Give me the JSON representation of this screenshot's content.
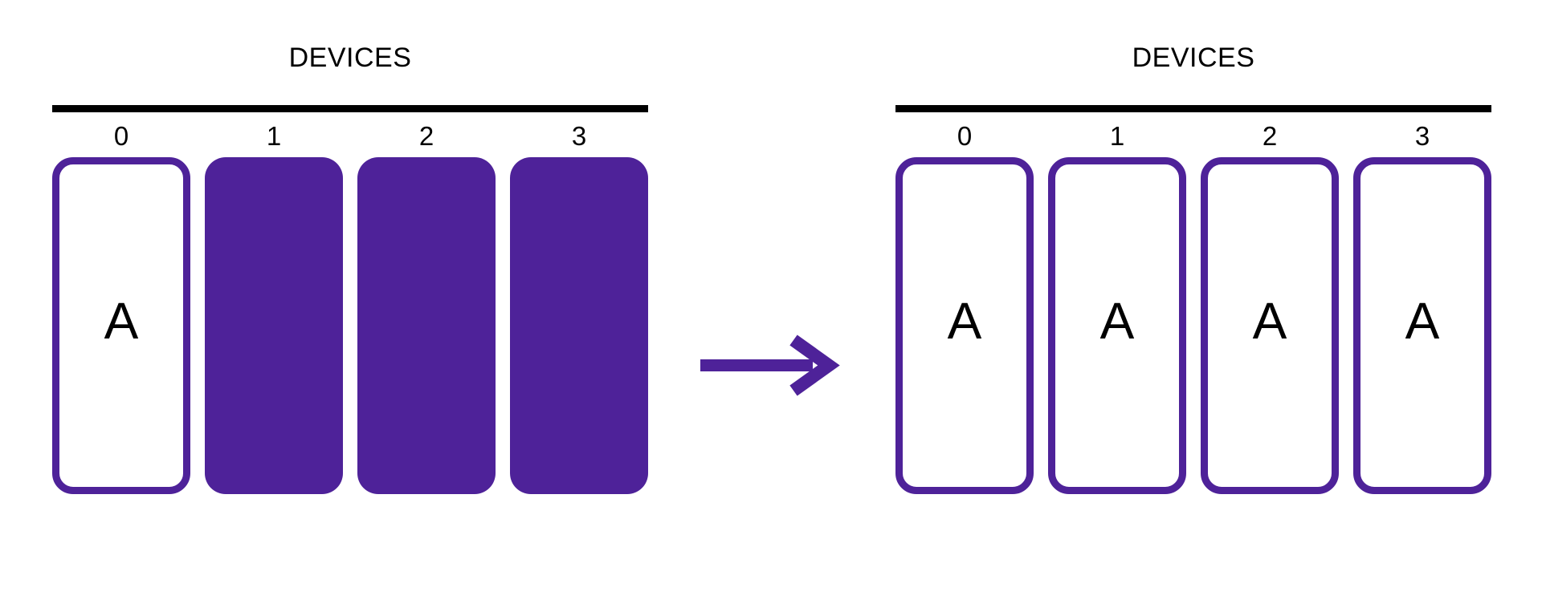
{
  "diagram": {
    "title_text": "DEVICES",
    "accent_color": "#4E2299",
    "rule_color": "#000000",
    "background_color": "#FFFFFF",
    "arrow": {
      "icon": "right-arrow-icon",
      "direction": "right",
      "color": "#4E2299"
    },
    "panels": [
      {
        "id": "before",
        "title": "DEVICES",
        "columns": [
          {
            "label": "0",
            "content": "A",
            "state": "outlined"
          },
          {
            "label": "1",
            "content": "",
            "state": "filled"
          },
          {
            "label": "2",
            "content": "",
            "state": "filled"
          },
          {
            "label": "3",
            "content": "",
            "state": "filled"
          }
        ]
      },
      {
        "id": "after",
        "title": "DEVICES",
        "columns": [
          {
            "label": "0",
            "content": "A",
            "state": "outlined"
          },
          {
            "label": "1",
            "content": "A",
            "state": "outlined"
          },
          {
            "label": "2",
            "content": "A",
            "state": "outlined"
          },
          {
            "label": "3",
            "content": "A",
            "state": "outlined"
          }
        ]
      }
    ]
  }
}
